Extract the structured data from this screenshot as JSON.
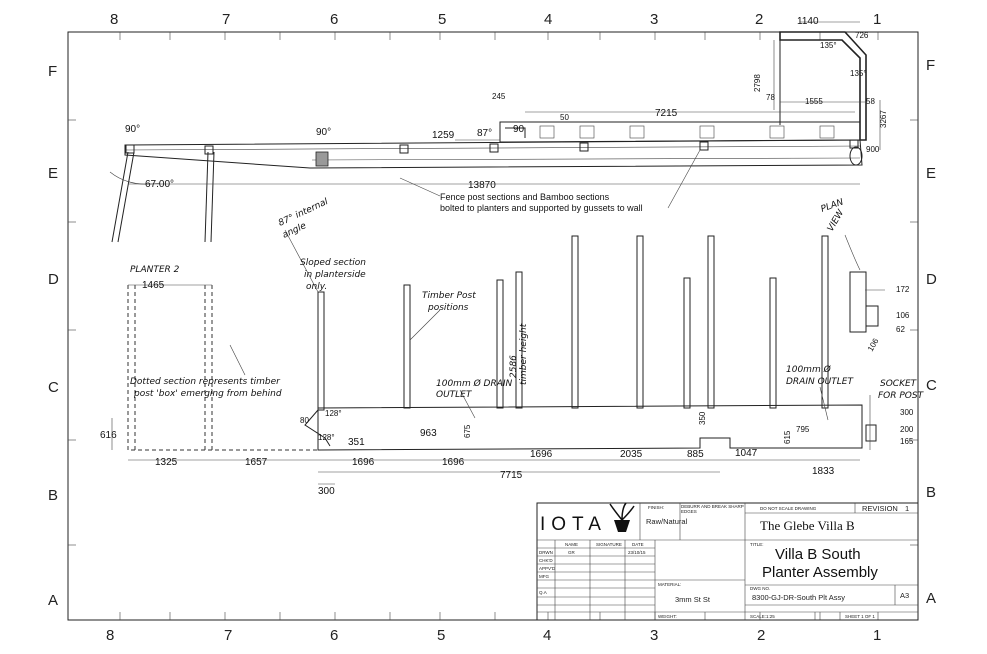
{
  "grid": {
    "columns": [
      "8",
      "7",
      "6",
      "5",
      "4",
      "3",
      "2",
      "1"
    ],
    "rows": [
      "F",
      "E",
      "D",
      "C",
      "B",
      "A"
    ]
  },
  "plan": {
    "angle_90_left": "90°",
    "angle_90_mid": "90°",
    "angle_90_right": "90",
    "angle_87": "87°",
    "angle_67": "67.00°",
    "dim_245": "245",
    "dim_50": "50",
    "dim_1259": "1259",
    "dim_7215": "7215",
    "dim_13870": "13870",
    "dim_1140": "1140",
    "dim_726": "726",
    "dim_135a": "135°",
    "dim_135b": "135°",
    "dim_2798": "2798",
    "dim_1555": "1555",
    "dim_58": "58",
    "dim_3267": "3267",
    "dim_900": "900",
    "dim_78": "78",
    "fence_note_1": "Fence post sections and Bamboo sections",
    "fence_note_2": "bolted to planters and supported by gussets to wall",
    "plan_view_1": "PLAN",
    "plan_view_2": "VIEW"
  },
  "notes": {
    "internal_angle_1": "87° internal",
    "internal_angle_2": "angle",
    "planter2": "PLANTER 2",
    "dim_1465": "1465",
    "sloped_1": "Sloped section",
    "sloped_2": "in planterside",
    "sloped_3": "only.",
    "timber_1": "Timber Post",
    "timber_2": "positions",
    "timber_height_1": "2586",
    "timber_height_2": "timber height",
    "dotted_1": "Dotted section represents timber",
    "dotted_2": "post 'box' emerging from behind",
    "drain1_1": "100mm Ø DRAIN",
    "drain1_2": "OUTLET",
    "drain2_1": "100mm Ø",
    "drain2_2": "DRAIN OUTLET",
    "socket_1": "SOCKET",
    "socket_2": "FOR POST"
  },
  "elevation": {
    "dim_616": "616",
    "dim_80": "80",
    "dim_128a": "128°",
    "dim_128b": "128°",
    "dim_351": "351",
    "dim_963": "963",
    "dim_675": "675",
    "dim_350": "350",
    "dim_615": "615",
    "dim_795": "795",
    "dim_1325": "1325",
    "dim_1657": "1657",
    "dim_1696a": "1696",
    "dim_1696b": "1696",
    "dim_1696c": "1696",
    "dim_2035": "2035",
    "dim_885": "885",
    "dim_1047": "1047",
    "dim_1833": "1833",
    "dim_300": "300",
    "dim_7715": "7715",
    "dim_172": "172",
    "dim_106a": "106",
    "dim_62": "62",
    "dim_106b": "106",
    "dim_300b": "300",
    "dim_200": "200",
    "dim_165": "165"
  },
  "title_block": {
    "logo": "IOTA",
    "finish_label": "FINISH:",
    "finish_value": "Raw/Natural",
    "deburr": "DEBURR AND BREAK SHARP EDGES",
    "do_not_scale": "DO NOT SCALE DRAWING",
    "revision_label": "REVISION",
    "revision_value": "1",
    "project": "The Glebe Villa B",
    "hdr_name": "NAME",
    "hdr_signature": "SIGNATURE",
    "hdr_date": "DATE",
    "row_drwn": "DRWN",
    "row_chkd": "CHK'D",
    "row_appvd": "APPV'D",
    "row_mfg": "MFG",
    "row_qa": "Q.A",
    "drawn_by": "GR",
    "drawn_date": "23/10/15",
    "title_label": "TITLE:",
    "title_1": "Villa B South",
    "title_2": "Planter Assembly",
    "material_label": "MATERIAL:",
    "material_value": "3mm St St",
    "dwg_label": "DWG NO.",
    "dwg_value": "8300-GJ-DR-South Plt Assy",
    "size_value": "A3",
    "weight_label": "WEIGHT:",
    "scale_label": "SCALE:1:25",
    "sheet_label": "SHEET 1 OF 1"
  }
}
